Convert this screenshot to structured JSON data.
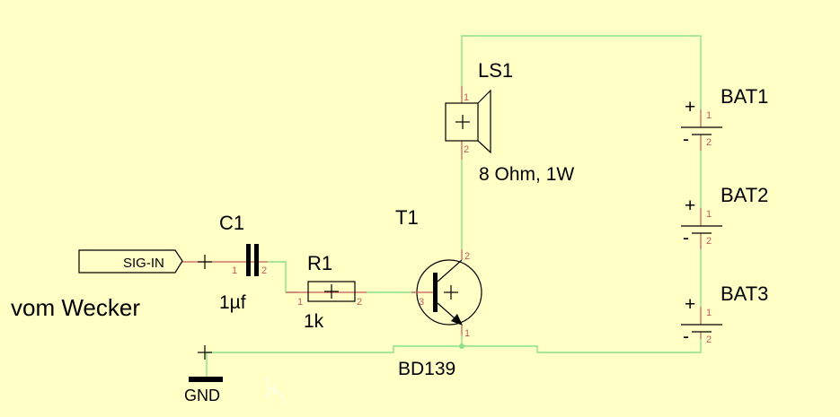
{
  "colors": {
    "background": "#FFFFC6",
    "wire": "#8CE08C",
    "pin": "#C35A5A",
    "symbol": "#000000"
  },
  "input": {
    "port_label": "SIG-IN",
    "description": "vom Wecker"
  },
  "capacitor": {
    "ref": "C1",
    "value": "1µf",
    "pin1": "1",
    "pin2": "2"
  },
  "resistor": {
    "ref": "R1",
    "value": "1k",
    "pin1": "1",
    "pin2": "2"
  },
  "transistor": {
    "ref": "T1",
    "value": "BD139",
    "pin1": "1",
    "pin2": "2",
    "pin3": "3"
  },
  "speaker": {
    "ref": "LS1",
    "value": "8 Ohm, 1W",
    "pin1": "1",
    "pin2": "2"
  },
  "batteries": [
    {
      "ref": "BAT1",
      "plus": "+",
      "minus": "-",
      "pin1": "1",
      "pin2": "2"
    },
    {
      "ref": "BAT2",
      "plus": "+",
      "minus": "-",
      "pin1": "1",
      "pin2": "2"
    },
    {
      "ref": "BAT3",
      "plus": "+",
      "minus": "-",
      "pin1": "1",
      "pin2": "2"
    }
  ],
  "ground": {
    "label": "GND"
  }
}
